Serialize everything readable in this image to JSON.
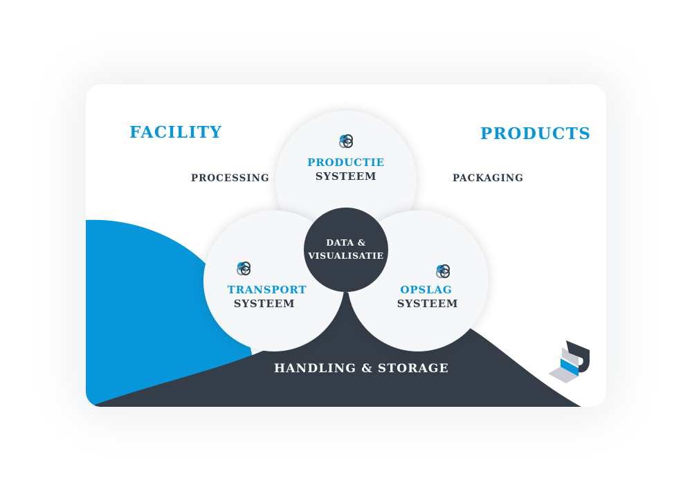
{
  "labels": {
    "facility": "FACILITY",
    "products": "PRODUCTS",
    "processing": "PROCESSING",
    "packaging": "PACKAGING",
    "handling": "HANDLING & STORAGE"
  },
  "circles": {
    "productie": {
      "line1": "PRODUCTIE",
      "line2": "SYSTEEM",
      "icon": "system-icon"
    },
    "transport": {
      "line1": "TRANSPORT",
      "line2": "SYSTEEM",
      "icon": "system-icon"
    },
    "opslag": {
      "line1": "OPSLAG",
      "line2": "SYSTEEM",
      "icon": "system-icon"
    }
  },
  "center": {
    "line1": "DATA &",
    "line2": "VISUALISATIE"
  },
  "colors": {
    "accent_blue": "#0796d9",
    "dark": "#343d48",
    "circle_fill": "#f6f7f9",
    "logo_gray": "#c9cdd3"
  },
  "logo": {
    "icon": "brand-logo-icon"
  }
}
